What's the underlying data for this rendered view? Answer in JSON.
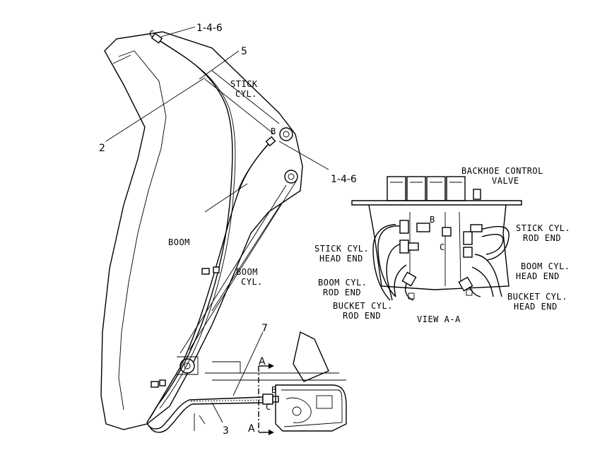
{
  "callouts": {
    "top_part": "1-4-6",
    "hose_5": "5",
    "hose_2": "2",
    "mid_part": "1-4-6",
    "hose_7": "7",
    "hose_3": "3"
  },
  "labels": {
    "stick_cyl_1": "STICK",
    "stick_cyl_2": "CYL.",
    "boom": "BOOM",
    "boom_cyl_1": "BOOM",
    "boom_cyl_2": "CYL.",
    "valve_1": "BACKHOE CONTROL",
    "valve_2": "VALVE",
    "stick_rod_1": "STICK CYL.",
    "stick_rod_2": "ROD END",
    "stick_head_1": "STICK CYL.",
    "stick_head_2": "HEAD END",
    "boom_head_1": "BOOM CYL.",
    "boom_head_2": "HEAD END",
    "boom_rod_1": "BOOM CYL.",
    "boom_rod_2": "ROD END",
    "bucket_head_1": "BUCKET CYL.",
    "bucket_head_2": "HEAD END",
    "bucket_rod_1": "BUCKET CYL.",
    "bucket_rod_2": "ROD END",
    "view": "VIEW A-A"
  },
  "ports": {
    "c_top": "C",
    "b_mid": "B",
    "b_view": "B",
    "c_view": "C",
    "b_low": "B",
    "c_low": "C"
  },
  "section": {
    "a_top": "A",
    "a_bottom": "A"
  }
}
